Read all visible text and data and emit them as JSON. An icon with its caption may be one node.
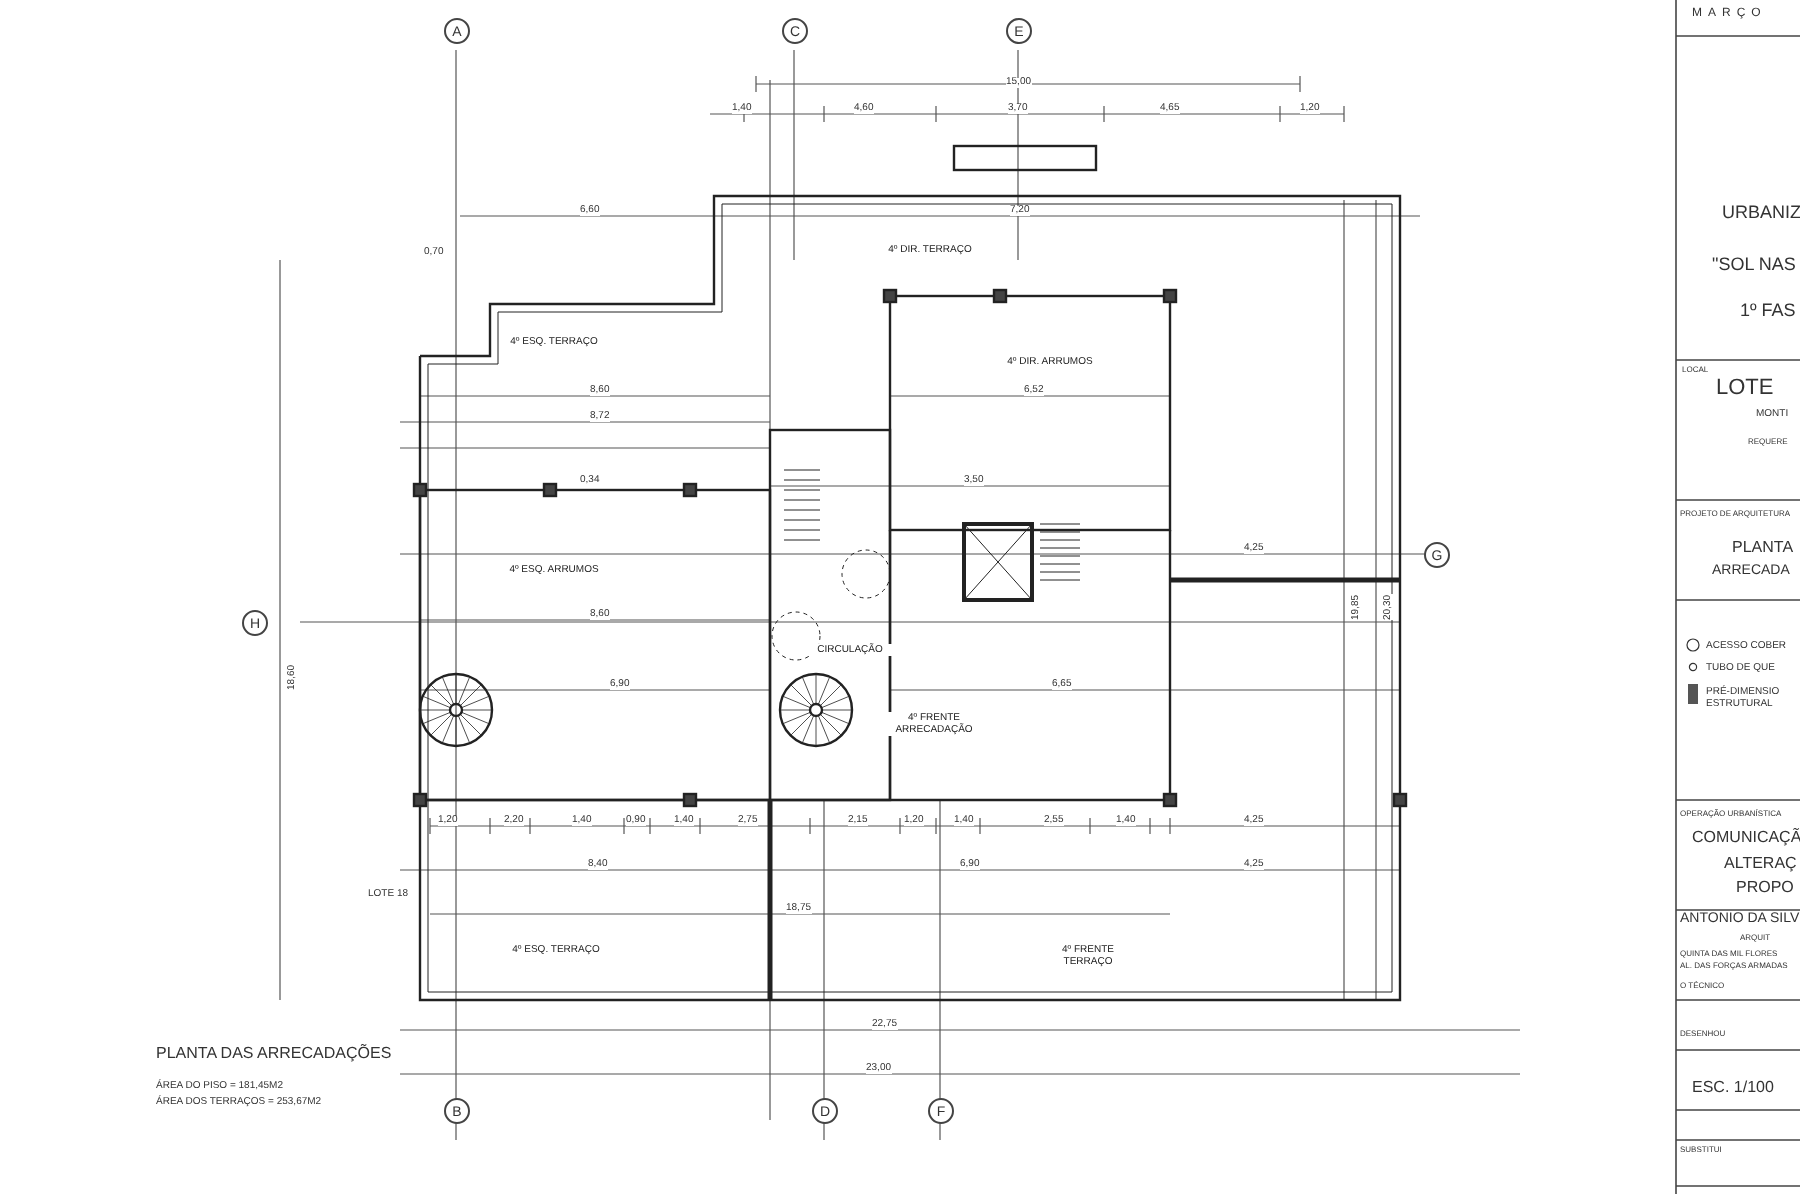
{
  "diagram": {
    "nodes": [
      {
        "text": [
          "4º ESQ. TERRAÇO"
        ]
      },
      {
        "text": [
          "4º ESQ. ARRUMOS"
        ]
      },
      {
        "text": [
          "4º DIR. TERRAÇO"
        ]
      },
      {
        "text": [
          "4º DIR. ARRUMOS"
        ]
      },
      {
        "text": [
          "CIRCULAÇÃO"
        ]
      },
      {
        "text": [
          "4º FRENTE ARRECADAÇÃO"
        ]
      },
      {
        "text": [
          "4º ESQ. TERRAÇO"
        ]
      },
      {
        "text": [
          "4º FRENTE TERRAÇO"
        ]
      },
      {
        "text": [
          "A"
        ]
      },
      {
        "text": [
          "C"
        ]
      },
      {
        "text": [
          "E"
        ]
      },
      {
        "text": [
          "H"
        ]
      },
      {
        "text": [
          "G"
        ]
      },
      {
        "text": [
          "B"
        ]
      },
      {
        "text": [
          "D"
        ]
      },
      {
        "text": [
          "F"
        ]
      }
    ],
    "edges": [],
    "labels": [
      "MARÇO",
      "15,00",
      "1,40",
      "4,60",
      "3,70",
      "4,65",
      "1,20",
      "6,60",
      "7,20",
      "0,70",
      "URBANIZ",
      "\"SOL NAS",
      "1º FAS",
      "LOCAL",
      "LOTE",
      "8,60",
      "6,52",
      "8,72",
      "MONTI",
      "REQUERE",
      "0,34",
      "3,50",
      "PROJETO DE ARQUITETURA",
      "PLANTA",
      "ARRECADA",
      "4,25",
      "19,85",
      "20,30",
      "18,60",
      "8,60",
      "6,90",
      "6,65",
      "1,20",
      "2,20",
      "1,40",
      "0,90",
      "1,40",
      "2,75",
      "2,15",
      "1,20",
      "1,40",
      "2,55",
      "1,40",
      "4,25",
      "OPERAÇÃO URBANÍSTICA",
      "COMUNICAÇÃ",
      "8,40",
      "6,90",
      "4,25",
      "ALTERAÇ",
      "PROPO",
      "LOTE 18",
      "18,75",
      "ANTONIO DA SILV",
      "ARQUIT",
      "QUINTA DAS MIL FLORES",
      "AL. DAS FORÇAS ARMADAS",
      "O TÉCNICO",
      "DESENHOU",
      "22,75",
      "PLANTA DAS ARRECADAÇÕES",
      "ÁREA DO PISO = 181,45M2",
      "ÁREA DOS TERRAÇOS = 253,67M2",
      "23,00",
      "ESC. 1/100",
      "SUBSTITUI"
    ],
    "legend": [
      {
        "text": "ACESSO COBER"
      },
      {
        "text": "TUBO DE QUE"
      },
      {
        "text": "PRÉ-DIMENSIO ESTRUTURAL"
      }
    ]
  }
}
